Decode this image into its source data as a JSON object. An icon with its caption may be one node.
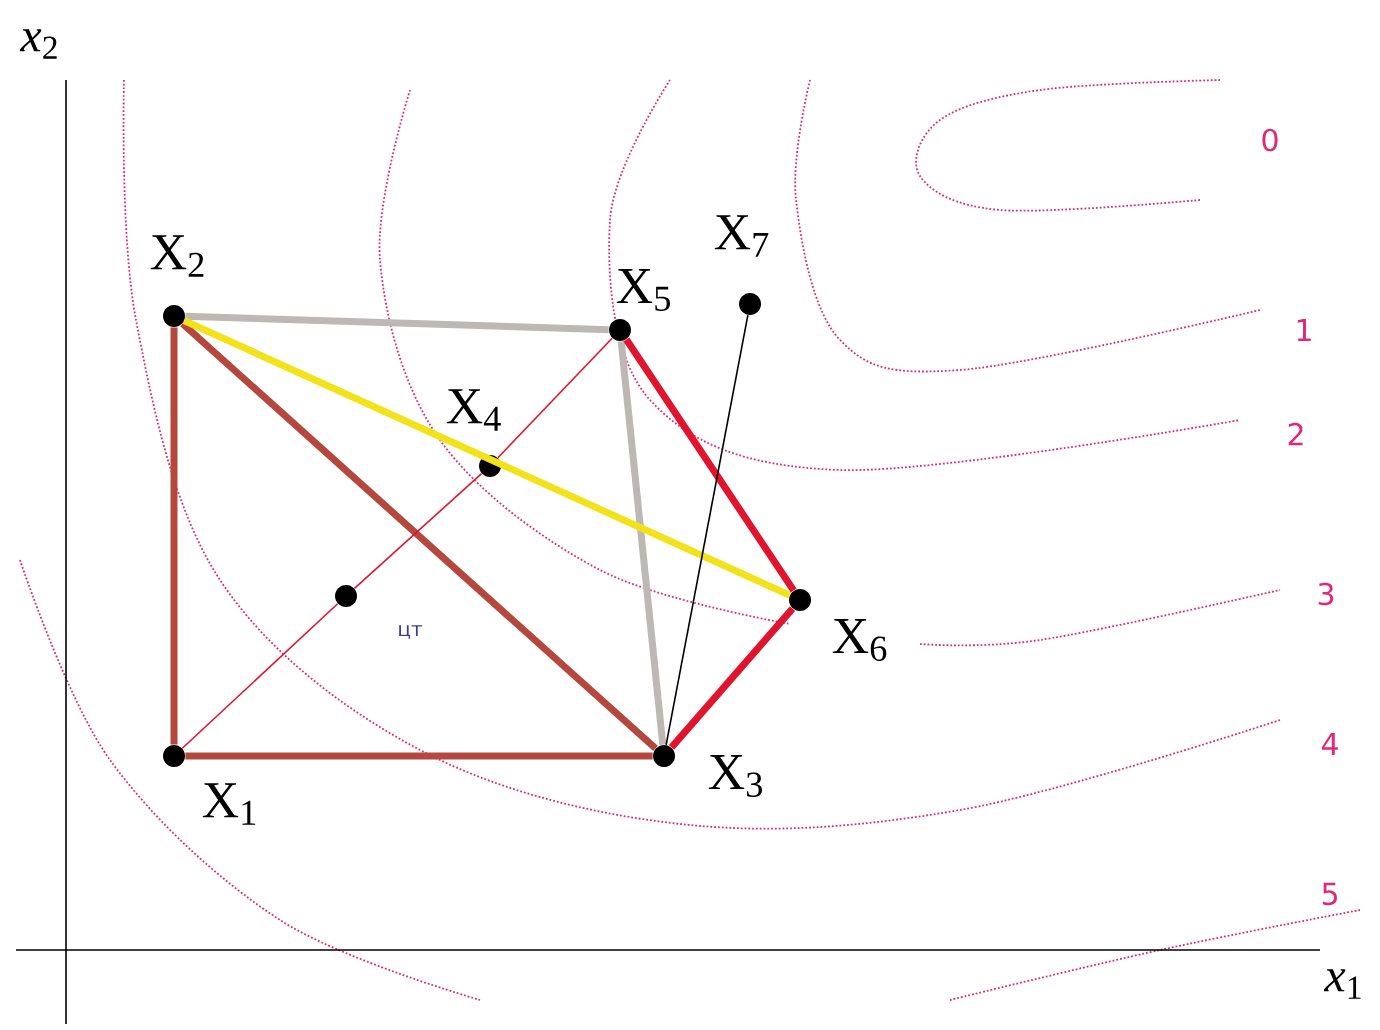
{
  "diagram": {
    "nodes": [
      {
        "text": [
          "X$_{1}$"
        ]
      },
      {
        "text": [
          "X$_{2}$"
        ]
      },
      {
        "text": [
          "X$_{3}$"
        ]
      },
      {
        "text": [
          "X$_{4}$"
        ]
      },
      {
        "text": [
          "X$_{5}$"
        ]
      },
      {
        "text": [
          "X$_{6}$"
        ]
      },
      {
        "text": [
          "X$_{7}$"
        ]
      },
      {
        "text": [
          "цт"
        ]
      }
    ],
    "edges": [
      {
        "from": 0,
        "to": 1,
        "arrow": "none",
        "color": "#b5483e"
      },
      {
        "from": 0,
        "to": 2,
        "arrow": "none",
        "color": "#b5483e"
      },
      {
        "from": 1,
        "to": 2,
        "arrow": "none",
        "color": "#b5483e"
      },
      {
        "from": 1,
        "to": 4,
        "arrow": "none",
        "color": "#bdb8b4"
      },
      {
        "from": 4,
        "to": 2,
        "arrow": "none",
        "color": "#bdb8b4"
      },
      {
        "from": 1,
        "to": 5,
        "arrow": "none",
        "color": "#f2e21a"
      },
      {
        "from": 4,
        "to": 5,
        "arrow": "none",
        "color": "#e0142c"
      },
      {
        "from": 5,
        "to": 2,
        "arrow": "none",
        "color": "#e0142c"
      },
      {
        "from": 2,
        "to": 6,
        "arrow": "none",
        "color": "#000000"
      },
      {
        "from": 0,
        "to": 7,
        "arrow": "none",
        "color": "#e0142c"
      },
      {
        "from": 7,
        "to": 3,
        "arrow": "none",
        "color": "#e0142c"
      },
      {
        "from": 3,
        "to": 4,
        "arrow": "none",
        "color": "#e0142c"
      }
    ],
    "labels": [
      "*x*$_{2}$",
      "0",
      "1",
      "2",
      "3",
      "4",
      "5",
      "*x*$_{1}$"
    ]
  }
}
